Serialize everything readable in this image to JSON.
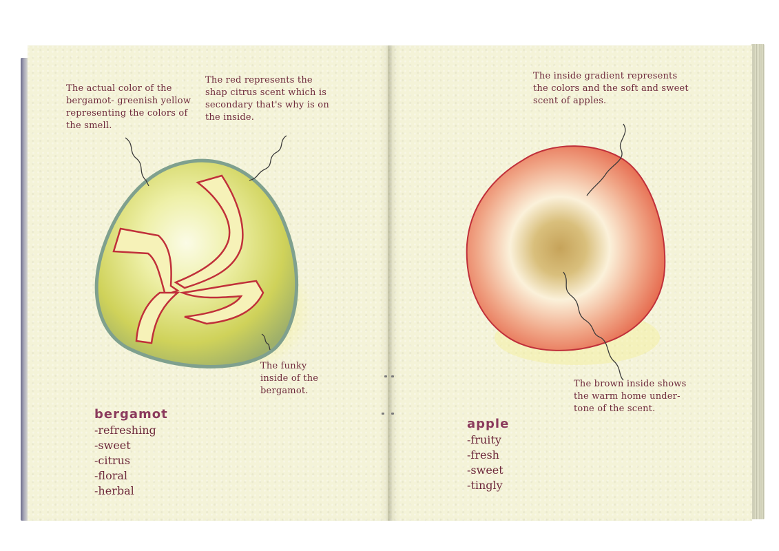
{
  "left_page": {
    "note_color": "The actual color of the bergamot- greenish yellow representing the colors of the smell.",
    "note_red": "The red represents the shap citrus scent which is secondary that's why is on the inside.",
    "note_funky": "The funky inside of the bergamot.",
    "title": "bergamot",
    "traits": [
      "-refreshing",
      "-sweet",
      "-citrus",
      "-floral",
      "-herbal"
    ]
  },
  "right_page": {
    "note_gradient": "The inside gradient represents the colors and the soft and sweet scent of apples.",
    "note_brown": "The brown inside shows the warm home under-tone of the scent.",
    "title": "apple",
    "traits": [
      "-fruity",
      "-fresh",
      "-sweet",
      "-tingly"
    ]
  },
  "colors": {
    "paper": "#f4f3d8",
    "text": "#6e2a3c",
    "title": "#8b3a5c",
    "bergamot_fill": "#d8d860",
    "bergamot_outline": "#7aa090",
    "citrus_outline": "#c0303a",
    "apple_red": "#e05a3a",
    "apple_brown": "#c8a060"
  }
}
